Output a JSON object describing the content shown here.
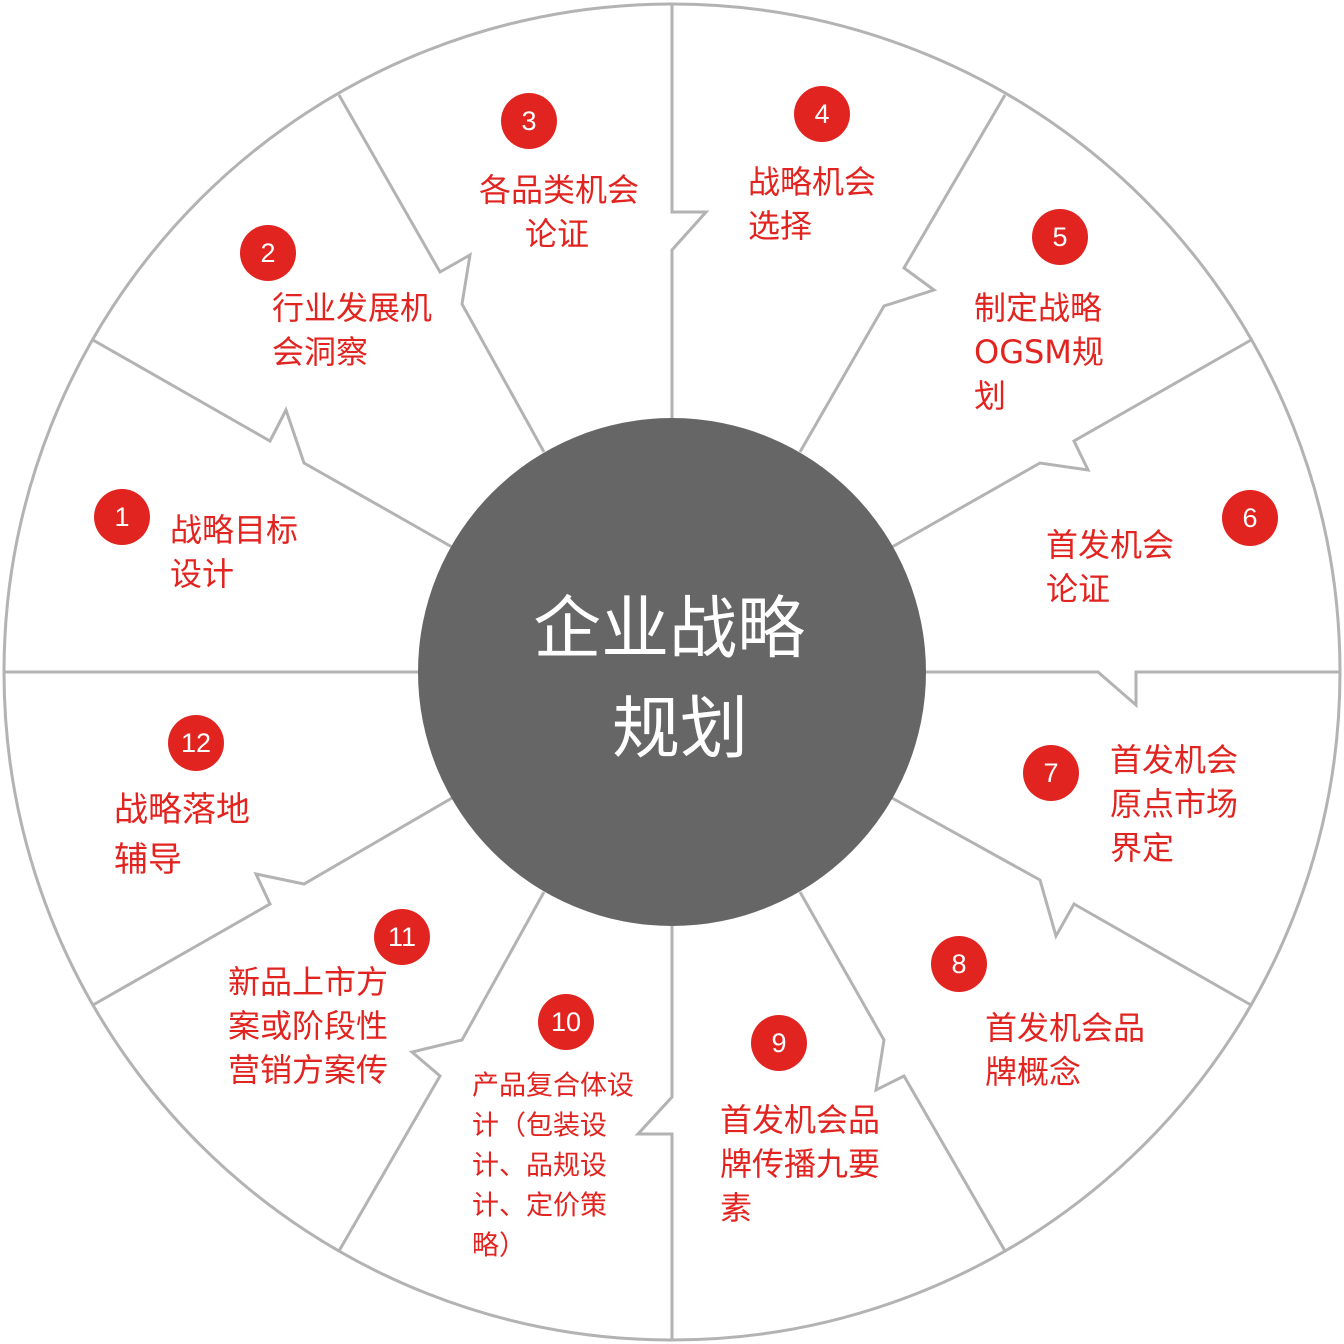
{
  "center": {
    "lines": [
      "企业战略",
      "规划"
    ]
  },
  "segments": [
    {
      "number": "1",
      "lines": [
        "战略目标",
        "设计"
      ]
    },
    {
      "number": "2",
      "lines": [
        "行业发展机",
        "会洞察"
      ]
    },
    {
      "number": "3",
      "lines": [
        "各品类机会",
        "论证"
      ]
    },
    {
      "number": "4",
      "lines": [
        "战略机会",
        "选择"
      ]
    },
    {
      "number": "5",
      "lines": [
        "制定战略",
        "OGSM规",
        "划"
      ]
    },
    {
      "number": "6",
      "lines": [
        "首发机会",
        "论证"
      ]
    },
    {
      "number": "7",
      "lines": [
        "首发机会",
        "原点市场",
        "界定"
      ]
    },
    {
      "number": "8",
      "lines": [
        "首发机会品",
        "牌概念"
      ]
    },
    {
      "number": "9",
      "lines": [
        "首发机会品",
        "牌传播九要",
        "素"
      ]
    },
    {
      "number": "10",
      "lines": [
        "产品复合体设",
        "计（包装设",
        "计、品规设",
        "计、定价策",
        "略）"
      ]
    },
    {
      "number": "11",
      "lines": [
        "新品上市方",
        "案或阶段性",
        "营销方案传"
      ]
    },
    {
      "number": "12",
      "lines": [
        "战略落地",
        "辅导"
      ]
    }
  ],
  "colors": {
    "accent": "#e22420",
    "hub": "#666666",
    "line": "#b3b3b3"
  }
}
